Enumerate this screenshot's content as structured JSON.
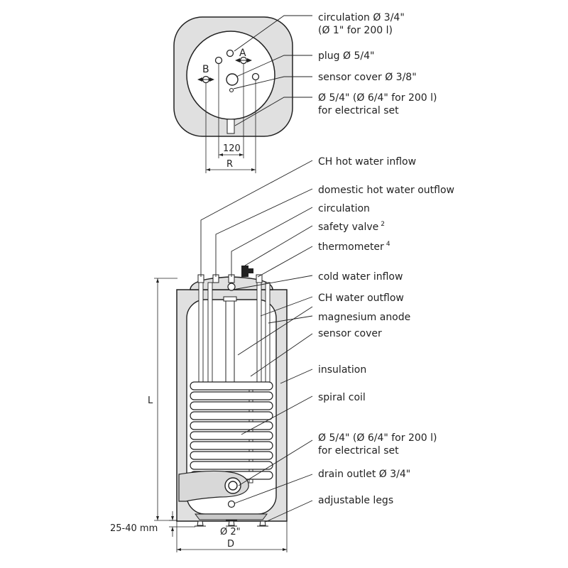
{
  "top_view": {
    "marker_a": "A",
    "marker_b": "B",
    "dim_inner": "120",
    "dim_outer": "R"
  },
  "top_labels": [
    {
      "id": "circulation",
      "lines": [
        "circulation Ø 3/4\"",
        "(Ø 1\" for 200 l)"
      ]
    },
    {
      "id": "plug",
      "lines": [
        "plug Ø 5/4\""
      ]
    },
    {
      "id": "sensor-cover-top",
      "lines": [
        "sensor cover Ø 3/8\""
      ]
    },
    {
      "id": "electrical-set-top",
      "lines": [
        "Ø 5/4\" (Ø 6/4\" for 200 l)",
        "for electrical set"
      ]
    }
  ],
  "side_labels": [
    {
      "id": "ch-hot-water-inflow",
      "text": "CH hot water inflow",
      "sup": ""
    },
    {
      "id": "domestic-hot-water-outflow",
      "text": "domestic hot water outflow",
      "sup": ""
    },
    {
      "id": "circulation",
      "text": "circulation",
      "sup": ""
    },
    {
      "id": "safety-valve",
      "text": "safety valve",
      "sup": "2"
    },
    {
      "id": "thermometer",
      "text": "thermometer",
      "sup": "4"
    },
    {
      "id": "cold-water-inflow",
      "text": "cold water inflow",
      "sup": ""
    },
    {
      "id": "ch-water-outflow",
      "text": "CH water outflow",
      "sup": ""
    },
    {
      "id": "magnesium-anode",
      "text": "magnesium anode",
      "sup": ""
    },
    {
      "id": "sensor-cover",
      "text": "sensor cover",
      "sup": ""
    },
    {
      "id": "insulation",
      "text": "insulation",
      "sup": ""
    },
    {
      "id": "spiral-coil",
      "text": "spiral coil",
      "sup": ""
    },
    {
      "id": "electrical-set",
      "lines": [
        "Ø 5/4\" (Ø 6/4\" for 200 l)",
        "for electrical set"
      ]
    },
    {
      "id": "drain-outlet",
      "text": "drain outlet Ø 3/4\"",
      "sup": ""
    },
    {
      "id": "adjustable-legs",
      "text": "adjustable legs",
      "sup": ""
    }
  ],
  "dimensions": {
    "height": "L",
    "legs": "25-40 mm",
    "bottom_pipe": "Ø 2\"",
    "diameter": "D"
  }
}
